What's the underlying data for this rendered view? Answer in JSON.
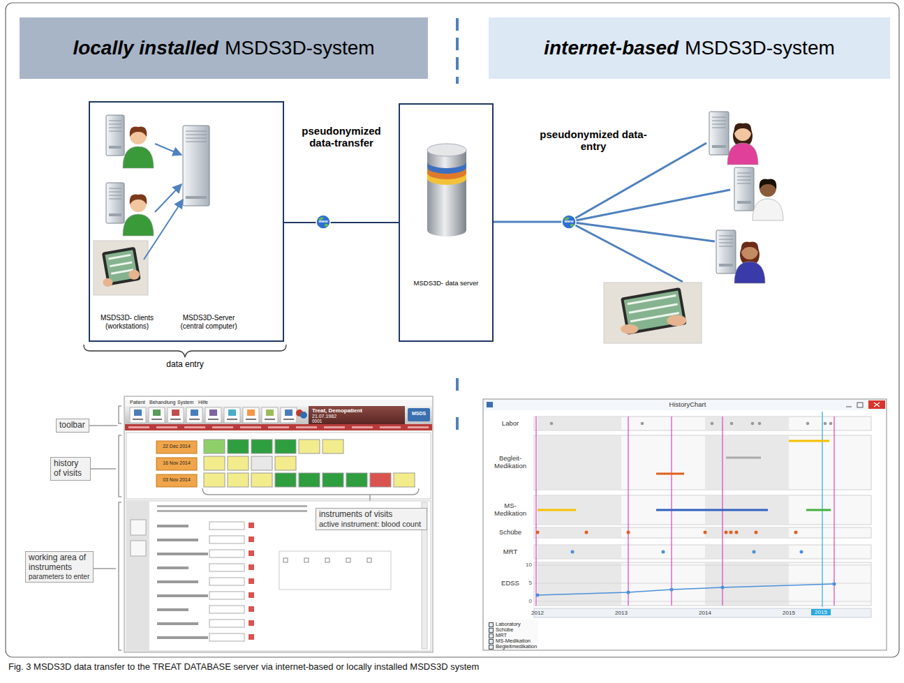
{
  "diagram": {
    "caption": "Fig. 3 MSDS3D data transfer to the TREAT DATABASE server via internet-based or locally installed MSDS3D system",
    "nodes": [
      {
        "text": [
          "locally installed",
          "MSDS3D-system"
        ]
      },
      {
        "text": [
          "internet-based",
          "MSDS3D-system"
        ]
      },
      {
        "text": [
          "MSDS3D- clients (workstations)",
          "MSDS3D-Server (central computer)"
        ]
      },
      {
        "text": [
          "MSDS3D- data server"
        ]
      },
      {
        "text": [
          "toolbar"
        ]
      },
      {
        "text": [
          "history of visits"
        ]
      },
      {
        "text": [
          "working area of instruments",
          "parameters to enter"
        ]
      },
      {
        "text": [
          "instruments of visits",
          "active instrument: blood count"
        ]
      }
    ],
    "edges": [
      {
        "from": 2,
        "to": 3,
        "arrow": "none",
        "label": "pseudonymized data-transfer"
      }
    ],
    "labels": [
      "pseudonymized data-entry",
      "data entry",
      "www",
      "www",
      "Patient",
      "Behandlung",
      "System",
      "Hilfe",
      "Treat, Demopatient",
      "21.07.1982",
      "0001",
      "22 Dec 2014",
      "16 Nov 2014",
      "03 Nov 2014",
      "HistoryChart",
      "Labor",
      "Begleit-Medikation",
      "MS-Medikation",
      "Schübe",
      "MRT",
      "EDSS",
      "10",
      "5",
      "0",
      "2012",
      "2013",
      "2014",
      "2015",
      "2015",
      "MSDS"
    ],
    "legend": [
      {
        "text": "Laboratory"
      },
      {
        "text": "Schübe"
      },
      {
        "text": "MRT"
      },
      {
        "text": "MS-Medikation"
      },
      {
        "text": "Begleitmedikation"
      }
    ]
  }
}
